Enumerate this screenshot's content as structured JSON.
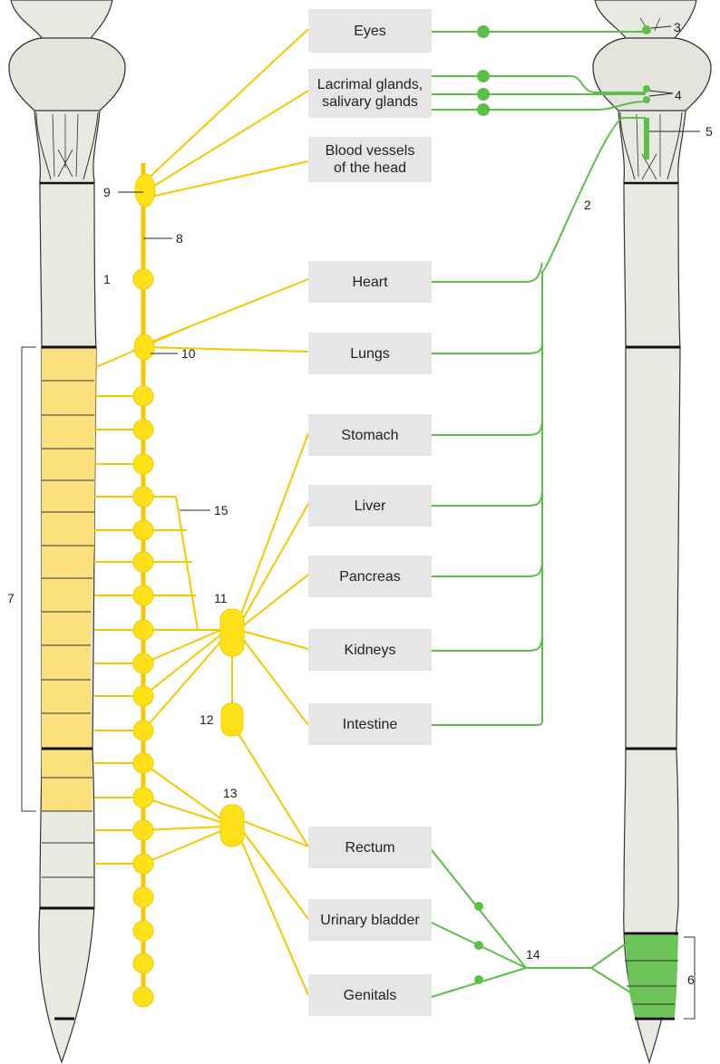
{
  "organs": {
    "eyes": "Eyes",
    "glands_line1": "Lacrimal glands,",
    "glands_line2": "salivary glands",
    "vessels_line1": "Blood vessels",
    "vessels_line2": "of the head",
    "heart": "Heart",
    "lungs": "Lungs",
    "stomach": "Stomach",
    "liver": "Liver",
    "pancreas": "Pancreas",
    "kidneys": "Kidneys",
    "intestine": "Intestine",
    "rectum": "Rectum",
    "bladder": "Urinary bladder",
    "genitals": "Genitals"
  },
  "labels": {
    "n1": "1",
    "n2": "2",
    "n3": "3",
    "n4": "4",
    "n5": "5",
    "n6": "6",
    "n7": "7",
    "n8": "8",
    "n9": "9",
    "n10": "10",
    "n11": "11",
    "n12": "12",
    "n13": "13",
    "n14": "14",
    "n15": "15"
  },
  "colors": {
    "sympathetic": "#f5c800",
    "sympathetic_fill": "#ffe11a",
    "parasympathetic": "#5cbf4a",
    "cord": "#e9e9e1",
    "thoracolumbar_segment": "#fde07e",
    "sacral_segment": "#6cc357",
    "organ_box": "#e6e6e7"
  }
}
